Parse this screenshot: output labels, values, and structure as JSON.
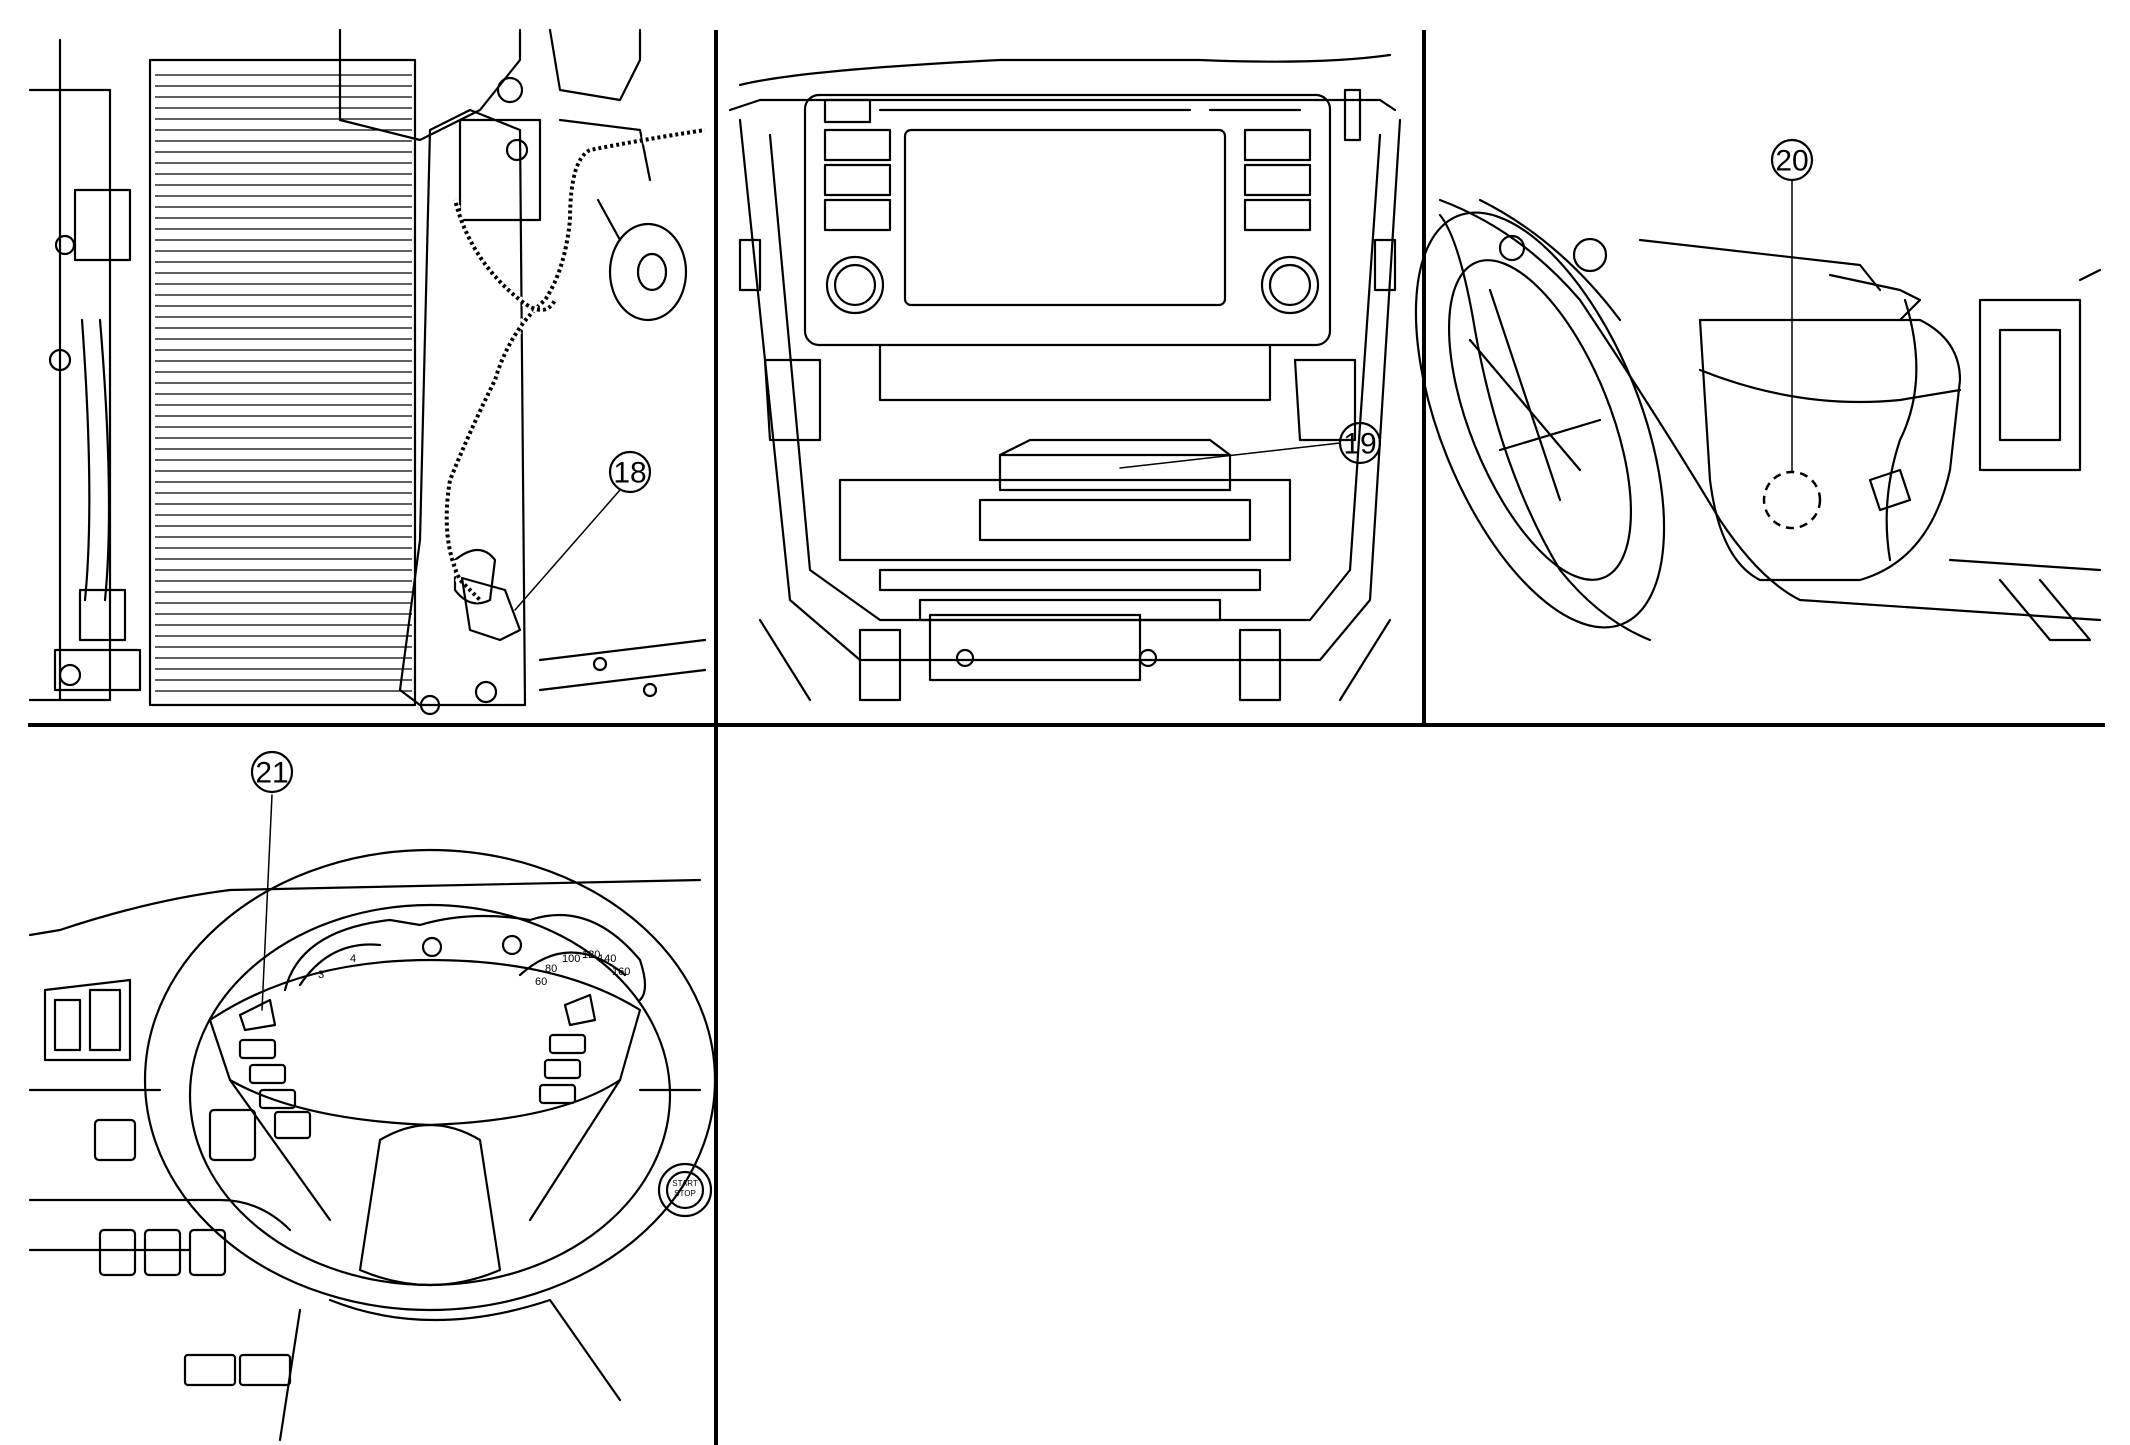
{
  "callouts": {
    "c18": "18",
    "c19": "19",
    "c20": "20",
    "c21": "21"
  },
  "gauges": {
    "speed_ticks": [
      "60",
      "80",
      "100",
      "120",
      "140",
      "160"
    ],
    "tach_ticks": [
      "3",
      "4"
    ],
    "start_stop": [
      "START",
      "STOP"
    ]
  },
  "colors": {
    "line": "#000000",
    "background": "#ffffff"
  }
}
